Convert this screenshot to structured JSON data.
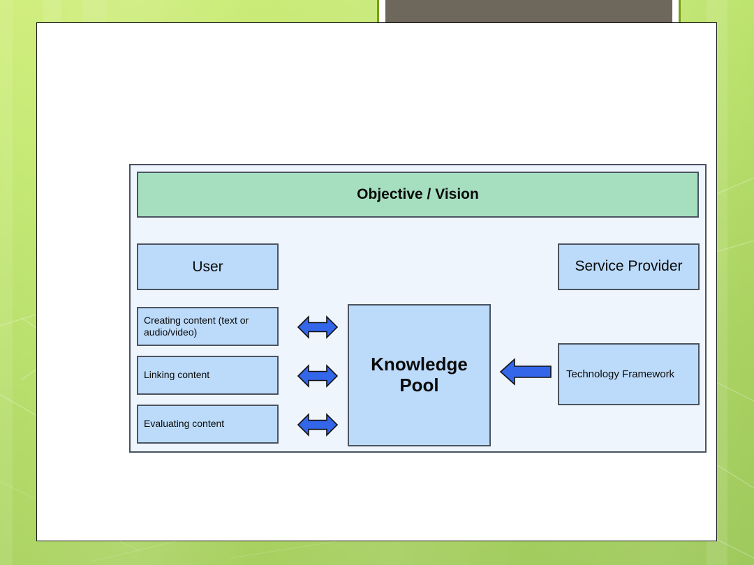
{
  "slide": {
    "background_color": "#b6dd69",
    "panel_color": "#ffffff"
  },
  "photo_placeholder": {
    "name": "image-placeholder",
    "fill_color": "#6e675b",
    "frame_color": "#74a017"
  },
  "diagram": {
    "panel_color": "#eff5fd",
    "border_color": "#4b5361",
    "box_color": "#bcdbfa",
    "header_color": "#a6dfc0",
    "arrow_color": "#3366e8",
    "header": {
      "label": "Objective / Vision"
    },
    "left_column": {
      "actor": "User",
      "tasks": [
        "Creating content (text or audio/video)",
        "Linking content",
        "Evaluating content"
      ]
    },
    "center": {
      "label": "Knowledge Pool"
    },
    "right_column": {
      "actor": "Service Provider",
      "support": "Technology Framework"
    },
    "arrows": [
      {
        "name": "arrow-creating-to-pool",
        "type": "double-headed-arrow",
        "direction": "both"
      },
      {
        "name": "arrow-linking-to-pool",
        "type": "double-headed-arrow",
        "direction": "both"
      },
      {
        "name": "arrow-evaluating-to-pool",
        "type": "double-headed-arrow",
        "direction": "both"
      },
      {
        "name": "arrow-technology-to-pool",
        "type": "left-arrow",
        "direction": "left"
      }
    ]
  }
}
